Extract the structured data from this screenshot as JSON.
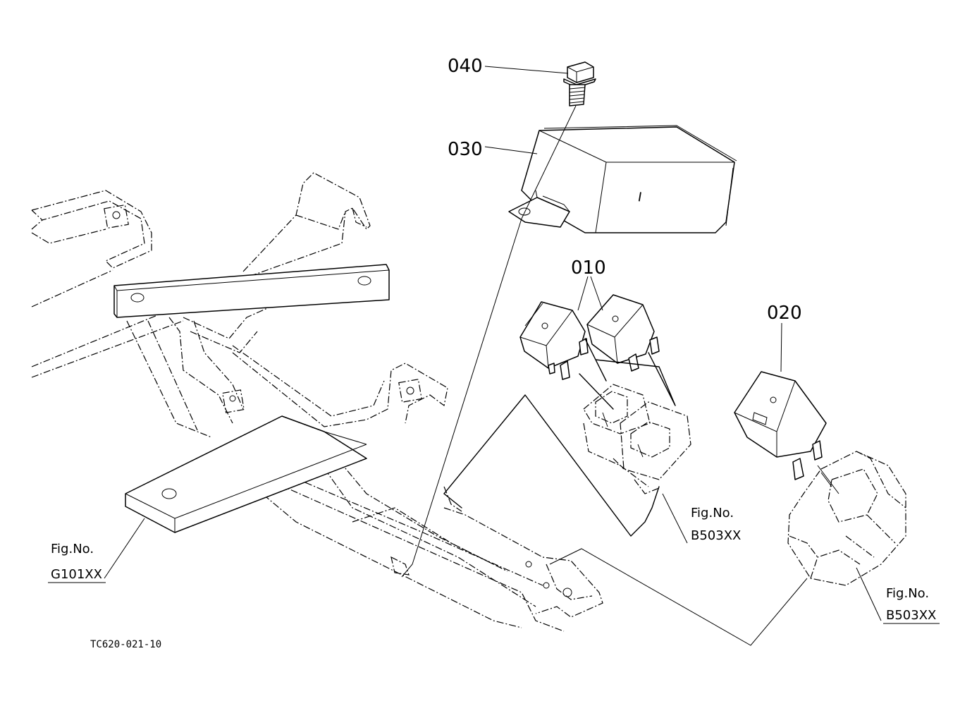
{
  "parts": {
    "p040": "040",
    "p030": "030",
    "p010": "010",
    "p020": "020"
  },
  "figrefs": {
    "b503_top": {
      "label": "Fig.No.",
      "code": "B503XX"
    },
    "b503_right": {
      "label": "Fig.No.",
      "code": "B503XX"
    },
    "g101": {
      "label": "Fig.No.",
      "code": "G101XX"
    }
  },
  "drawing_code": "TC620-021-10",
  "flasher_mark": "I"
}
